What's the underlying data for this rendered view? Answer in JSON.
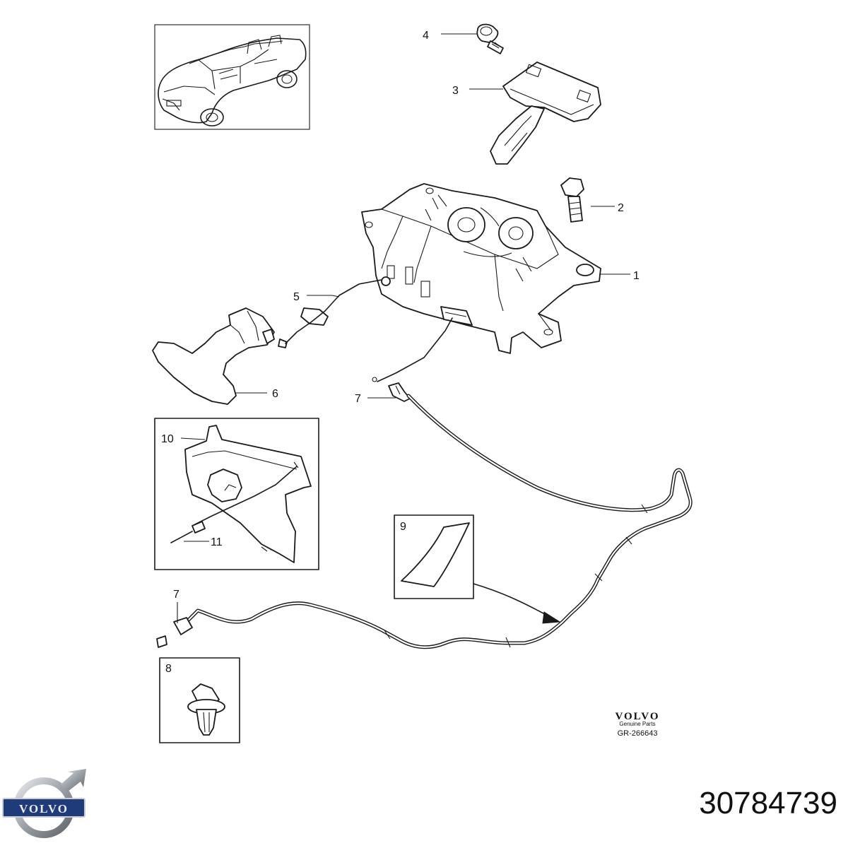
{
  "diagram": {
    "callouts": {
      "c1": "1",
      "c2": "2",
      "c3": "3",
      "c4": "4",
      "c5": "5",
      "c6": "6",
      "c7a": "7",
      "c7b": "7",
      "c8": "8",
      "c9": "9",
      "c10": "10",
      "c11": "11"
    },
    "stamp": {
      "brand": "VOLVO",
      "subtitle": "Genuine Parts",
      "code": "GR-266643"
    }
  },
  "footer": {
    "part_number": "30784739",
    "logo_text": "VOLVO"
  },
  "colors": {
    "ink": "#1a1a1a",
    "logo_blue": "#1f3b7a",
    "logo_silver": "#9aa0a6"
  }
}
